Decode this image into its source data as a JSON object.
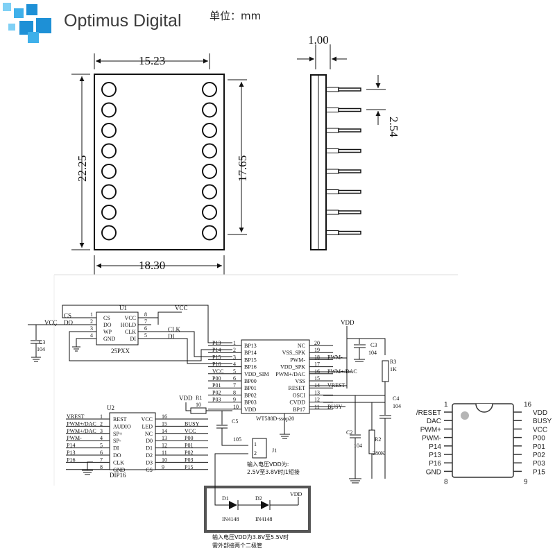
{
  "brand": {
    "name": "Optimus Digital",
    "logo_colors": [
      "#1e90d6",
      "#3fb0ea",
      "#7fd0f5"
    ],
    "unit_label": "单位：mm"
  },
  "dimensions": {
    "top_width": "15.23",
    "left_height": "22.25",
    "inner_height": "17.65",
    "bottom_width": "18.30",
    "pin_thickness": "1.00",
    "pin_pitch": "2.54"
  },
  "schematic": {
    "u1": {
      "ref": "U1",
      "part": "25PXX",
      "left_pins": [
        {
          "num": "1",
          "name": "CS"
        },
        {
          "num": "2",
          "name": "DO"
        },
        {
          "num": "3",
          "name": "WP"
        },
        {
          "num": "4",
          "name": "GND"
        }
      ],
      "right_pins": [
        {
          "num": "8",
          "name": "VCC"
        },
        {
          "num": "7",
          "name": "HOLD"
        },
        {
          "num": "6",
          "name": "CLK"
        },
        {
          "num": "5",
          "name": "DI"
        }
      ],
      "net_labels": [
        "CS",
        "DO",
        "CLK",
        "DI",
        "VCC",
        "VCC"
      ]
    },
    "main_ic": {
      "part": "WT588D-ssop20",
      "left_pins": [
        {
          "num": "1",
          "name": "BP13",
          "net": "P13"
        },
        {
          "num": "2",
          "name": "BP14",
          "net": "P14"
        },
        {
          "num": "3",
          "name": "BP15",
          "net": "P15"
        },
        {
          "num": "4",
          "name": "BP16",
          "net": "P16"
        },
        {
          "num": "5",
          "name": "VDD_SIM",
          "net": "VCC"
        },
        {
          "num": "6",
          "name": "BP00",
          "net": "P00"
        },
        {
          "num": "7",
          "name": "BP01",
          "net": "P01"
        },
        {
          "num": "8",
          "name": "BP02",
          "net": "P02"
        },
        {
          "num": "9",
          "name": "BP03",
          "net": "P03"
        },
        {
          "num": "10",
          "name": "VDD",
          "net": ""
        }
      ],
      "right_pins": [
        {
          "num": "20",
          "name": "NC",
          "net": ""
        },
        {
          "num": "19",
          "name": "VSS_SPK",
          "net": ""
        },
        {
          "num": "18",
          "name": "PWM-",
          "net": "PWM-"
        },
        {
          "num": "17",
          "name": "VDD_SPK",
          "net": ""
        },
        {
          "num": "16",
          "name": "PWM+/DAC",
          "net": "PWM+/DAC"
        },
        {
          "num": "15",
          "name": "VSS",
          "net": ""
        },
        {
          "num": "14",
          "name": "RESET",
          "net": "VREST"
        },
        {
          "num": "13",
          "name": "OSCI",
          "net": ""
        },
        {
          "num": "12",
          "name": "CVDD",
          "net": ""
        },
        {
          "num": "11",
          "name": "BP17",
          "net": "BUSY"
        }
      ]
    },
    "u2": {
      "ref": "U2",
      "part": "DIP16",
      "left_pins": [
        {
          "num": "1",
          "name": "REST",
          "net": "VREST"
        },
        {
          "num": "2",
          "name": "AUDIO",
          "net": "PWM+/DAC"
        },
        {
          "num": "3",
          "name": "SP+",
          "net": "PWM+/DAC"
        },
        {
          "num": "4",
          "name": "SP-",
          "net": "PWM-"
        },
        {
          "num": "5",
          "name": "DI",
          "net": "P14"
        },
        {
          "num": "6",
          "name": "DO",
          "net": "P13"
        },
        {
          "num": "7",
          "name": "CLK",
          "net": "P16"
        },
        {
          "num": "8",
          "name": "GND",
          "net": ""
        }
      ],
      "right_pins": [
        {
          "num": "16",
          "name": "VCC",
          "net": ""
        },
        {
          "num": "15",
          "name": "LED",
          "net": "BUSY"
        },
        {
          "num": "14",
          "name": "NC",
          "net": "VCC"
        },
        {
          "num": "13",
          "name": "D0",
          "net": "P00"
        },
        {
          "num": "12",
          "name": "D1",
          "net": "P01"
        },
        {
          "num": "11",
          "name": "D2",
          "net": "P02"
        },
        {
          "num": "10",
          "name": "D3",
          "net": "P03"
        },
        {
          "num": "9",
          "name": "CS",
          "net": "P15"
        }
      ]
    },
    "components": {
      "c3_top": {
        "ref": "C3",
        "value": "104"
      },
      "c3_left": {
        "ref": "C3",
        "value": "104"
      },
      "c5": {
        "ref": "C5",
        "value": "105"
      },
      "c2": {
        "ref": "C2",
        "value": "104"
      },
      "c4": {
        "ref": "C4",
        "value": "104"
      },
      "r1": {
        "ref": "R1",
        "value": "10"
      },
      "r2": {
        "ref": "R2",
        "value": "280K"
      },
      "r3": {
        "ref": "R3",
        "value": "1K"
      },
      "j1": {
        "ref": "J1",
        "pin1": "1",
        "pin2": "2"
      },
      "d1": {
        "ref": "D1",
        "value": "IN4148"
      },
      "d2": {
        "ref": "D2",
        "value": "IN4148"
      }
    },
    "power_labels": {
      "vdd_top": "VDD",
      "vdd_left": "VDD",
      "vdd_diode": "VDD",
      "vcc_left": "VCC",
      "vcc_u1": "VCC"
    },
    "notes": {
      "j1_note_1": "输入电压VDD为:",
      "j1_note_2": "2.5V至3.8V时J1短接",
      "diode_note_1": "输入电压VDD为3.8V至5.5V时",
      "diode_note_2": "需外部接两个二极管"
    },
    "highlight_color": "#555555"
  },
  "pinout": {
    "left": [
      {
        "num": "1",
        "name": "/RESET"
      },
      {
        "num": "",
        "name": "DAC"
      },
      {
        "num": "",
        "name": "PWM+"
      },
      {
        "num": "",
        "name": "PWM-"
      },
      {
        "num": "",
        "name": "P14"
      },
      {
        "num": "",
        "name": "P13"
      },
      {
        "num": "",
        "name": "P16"
      },
      {
        "num": "8",
        "name": "GND"
      }
    ],
    "right": [
      {
        "num": "16",
        "name": "VDD"
      },
      {
        "num": "",
        "name": "BUSY"
      },
      {
        "num": "",
        "name": "VCC"
      },
      {
        "num": "",
        "name": "P00"
      },
      {
        "num": "",
        "name": "P01"
      },
      {
        "num": "",
        "name": "P02"
      },
      {
        "num": "",
        "name": "P03"
      },
      {
        "num": "9",
        "name": "P15"
      }
    ]
  }
}
